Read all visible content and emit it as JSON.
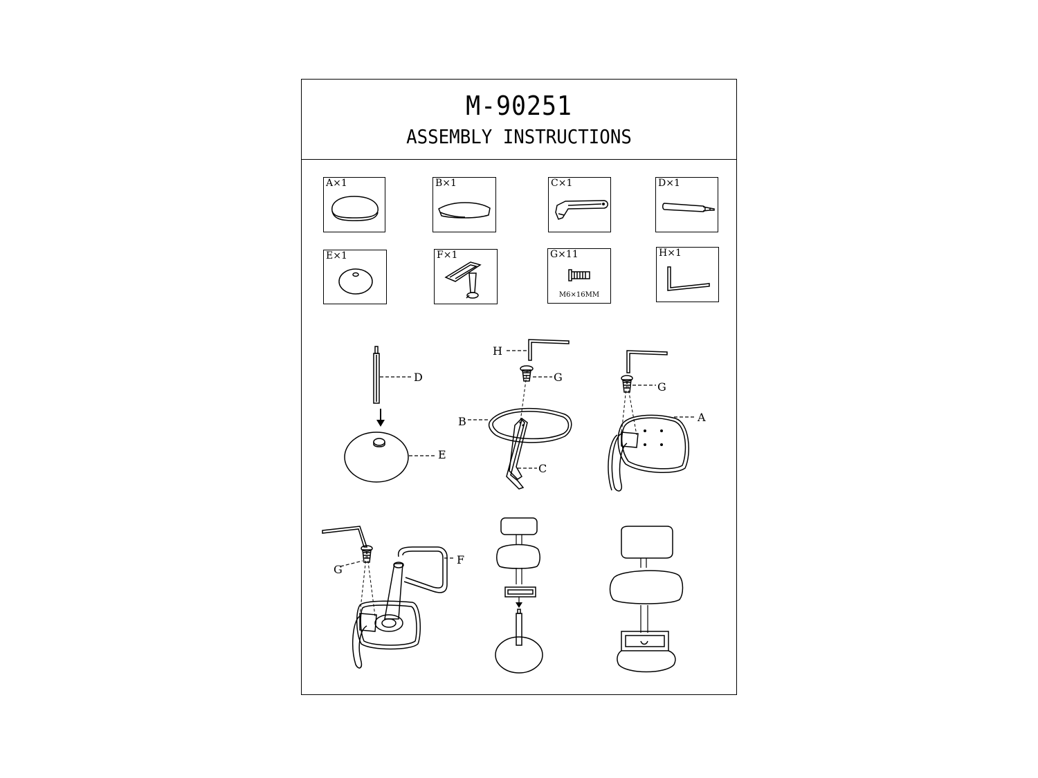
{
  "document": {
    "title": "M-90251",
    "subtitle": "ASSEMBLY INSTRUCTIONS"
  },
  "parts": [
    {
      "letter": "A",
      "label": "A×1",
      "icon": "seat-cushion-icon"
    },
    {
      "letter": "B",
      "label": "B×1",
      "icon": "backrest-pad-icon"
    },
    {
      "letter": "C",
      "label": "C×1",
      "icon": "backrest-bracket-icon"
    },
    {
      "letter": "D",
      "label": "D×1",
      "icon": "gas-cylinder-icon"
    },
    {
      "letter": "E",
      "label": "E×1",
      "icon": "round-base-icon"
    },
    {
      "letter": "F",
      "label": "F×1",
      "icon": "footrest-ring-icon"
    },
    {
      "letter": "G",
      "label": "G×11",
      "icon": "bolt-icon",
      "spec": "M6×16MM"
    },
    {
      "letter": "H",
      "label": "H×1",
      "icon": "allen-key-icon"
    }
  ],
  "callouts": {
    "step1": {
      "cylinder": "D",
      "base": "E"
    },
    "step2": {
      "key": "H",
      "bolt": "G",
      "backrest": "B",
      "bracket": "C"
    },
    "step3": {
      "bolt": "G",
      "seat": "A"
    },
    "step4": {
      "bolt": "G",
      "footrest": "F"
    }
  }
}
